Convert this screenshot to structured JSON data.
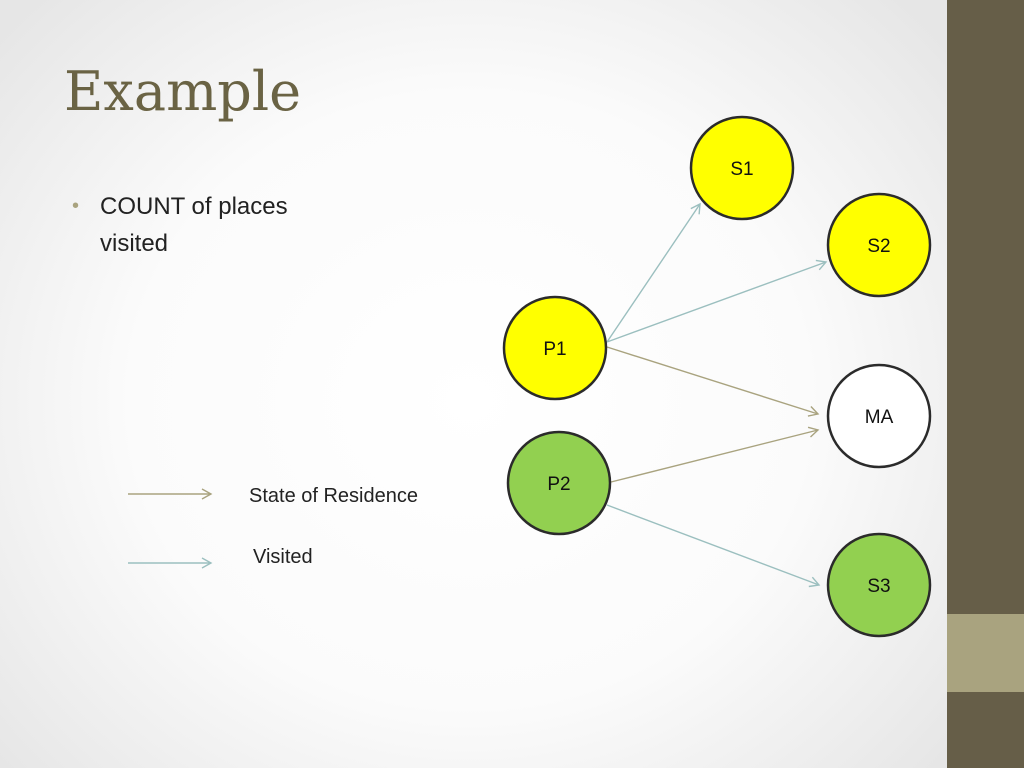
{
  "slide": {
    "title": "Example",
    "bullets": [
      "COUNT of places visited"
    ]
  },
  "theme": {
    "sidebar_color": "#665e48",
    "sidebar_accent_color": "#a9a37f",
    "title_color": "#6a6344"
  },
  "legend": {
    "residence_label": "State of Residence",
    "visited_label": "Visited",
    "residence_color": "#a9a37f",
    "visited_color": "#9bbfbf"
  },
  "diagram": {
    "nodes": [
      {
        "id": "S1",
        "label": "S1",
        "fill": "#ffff00"
      },
      {
        "id": "S2",
        "label": "S2",
        "fill": "#ffff00"
      },
      {
        "id": "P1",
        "label": "P1",
        "fill": "#ffff00"
      },
      {
        "id": "MA",
        "label": "MA",
        "fill": "#ffffff"
      },
      {
        "id": "P2",
        "label": "P2",
        "fill": "#92d050"
      },
      {
        "id": "S3",
        "label": "S3",
        "fill": "#92d050"
      }
    ],
    "edges": [
      {
        "from": "P1",
        "to": "S1",
        "kind": "visited"
      },
      {
        "from": "P1",
        "to": "S2",
        "kind": "visited"
      },
      {
        "from": "P1",
        "to": "MA",
        "kind": "residence"
      },
      {
        "from": "P2",
        "to": "MA",
        "kind": "residence"
      },
      {
        "from": "P2",
        "to": "S3",
        "kind": "visited"
      }
    ]
  }
}
